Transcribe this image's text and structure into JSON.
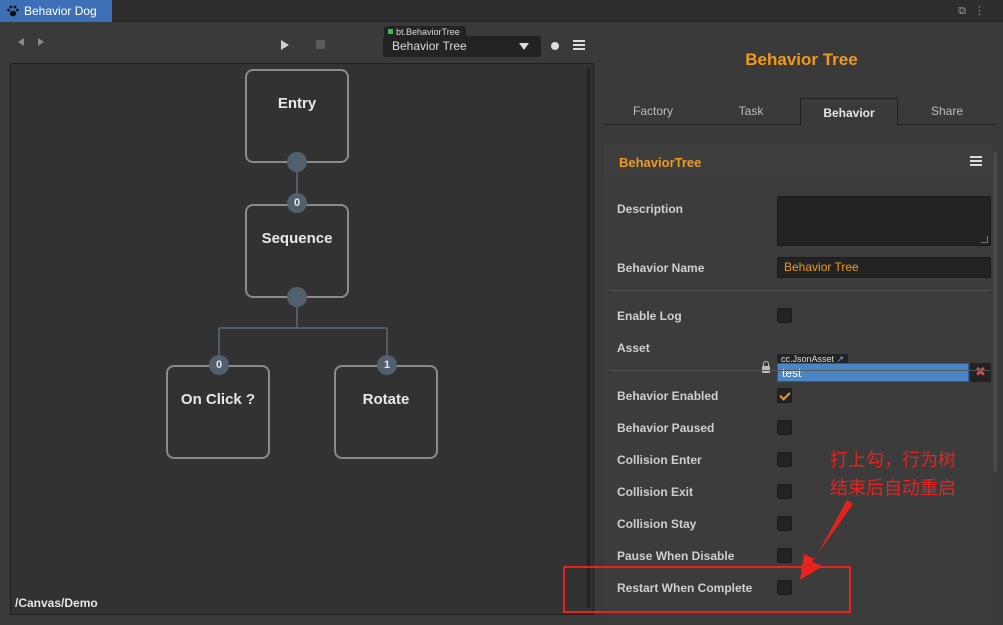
{
  "window": {
    "tab_title": "Behavior Dog",
    "paw_icon": "paw-icon"
  },
  "left": {
    "tree_tag": "bt.BehaviorTree",
    "tree_select_value": "Behavior Tree",
    "canvas_path": "/Canvas/Demo",
    "nodes": {
      "entry": "Entry",
      "sequence": "Sequence",
      "sequence_index": "0",
      "onclick": "On Click ?",
      "onclick_index": "0",
      "rotate": "Rotate",
      "rotate_index": "1"
    }
  },
  "right": {
    "title": "Behavior Tree",
    "tabs": [
      "Factory",
      "Task",
      "Behavior",
      "Share"
    ],
    "active_tab": "Behavior",
    "section_title": "BehaviorTree",
    "description_label": "Description",
    "description_value": "",
    "behavior_name_label": "Behavior Name",
    "behavior_name_value": "Behavior Tree",
    "enable_log_label": "Enable Log",
    "asset_label": "Asset",
    "asset_tag": "cc.JsonAsset",
    "asset_value": "test",
    "asset_clear": "✖",
    "behavior_enabled_label": "Behavior Enabled",
    "behavior_paused_label": "Behavior Paused",
    "collision_enter_label": "Collision Enter",
    "collision_exit_label": "Collision Exit",
    "collision_stay_label": "Collision Stay",
    "pause_when_disable_label": "Pause When Disable",
    "restart_when_complete_label": "Restart When Complete",
    "checkboxes": {
      "enable_log": false,
      "behavior_enabled": true,
      "behavior_paused": false,
      "collision_enter": false,
      "collision_exit": false,
      "collision_stay": false,
      "pause_when_disable": false,
      "restart_when_complete": false
    }
  },
  "annotation": {
    "line1": "打上勾，行为树",
    "line2": "结束后自动重启",
    "color": "#e8231f"
  },
  "colors": {
    "accent": "#f09a1d",
    "tab_blue": "#3c6fb6",
    "asset_blue": "#4a86c6"
  }
}
